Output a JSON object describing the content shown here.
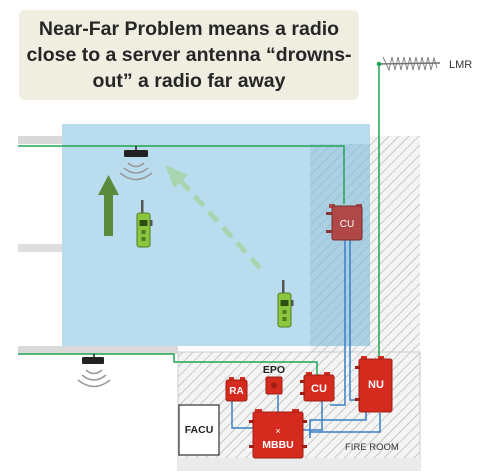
{
  "caption": "Near-Far Problem means a radio close to a server antenna “drowns-out” a radio far away",
  "labels": {
    "lmr": "LMR",
    "cu_upper": "CU",
    "cu_lower": "CU",
    "nu": "NU",
    "ra": "RA",
    "epo": "EPO",
    "mbbu": "MBBU",
    "facu": "FACU",
    "fire_room": "FIRE ROOM"
  },
  "colors": {
    "coverage": "#b9ddef",
    "cable_green": "#22a454",
    "cable_blue": "#3a7fc4",
    "equipment_red": "#d52b1e",
    "cu_upper": "#b04848",
    "radio_green": "#8cc63f",
    "arrow_green": "#5a8a3c",
    "arrow_dashed": "#a9d4b0",
    "caption_bg": "#efeee1"
  },
  "icons": [
    "lmr-antenna-icon",
    "ceiling-antenna-icon",
    "handheld-radio-icon",
    "signal-waves-icon"
  ]
}
